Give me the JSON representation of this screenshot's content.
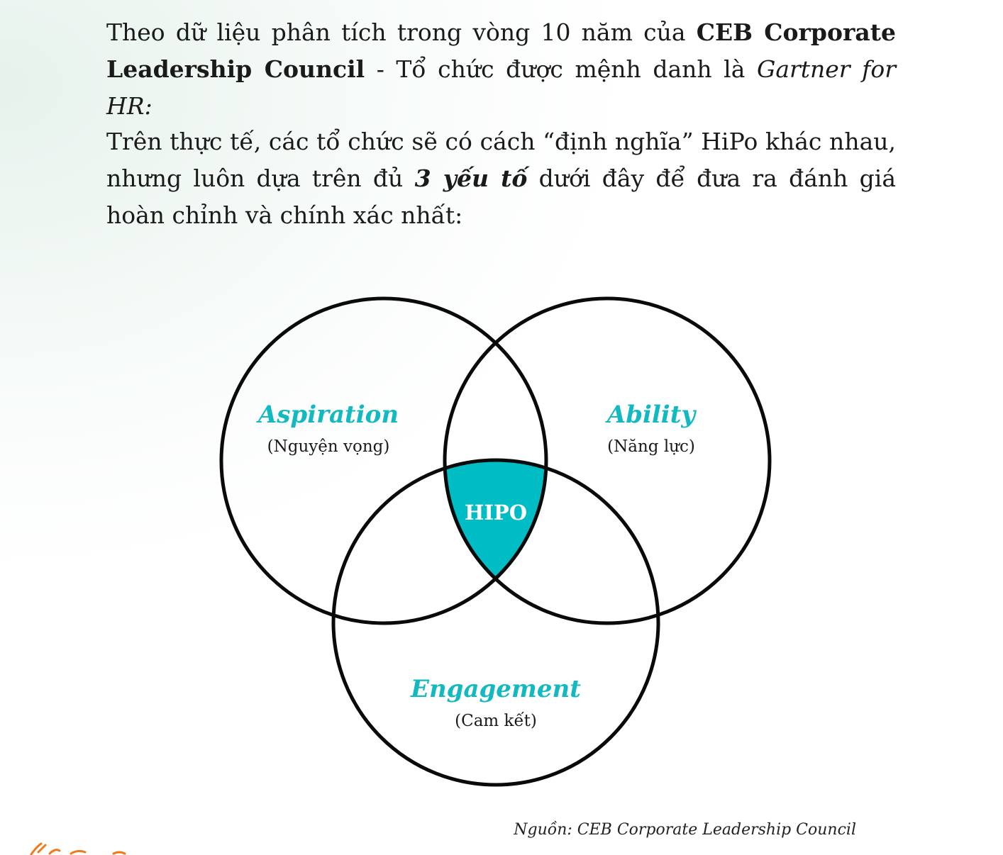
{
  "intro": {
    "p1_text": "Theo dữ liệu phân tích trong vòng 10 năm của ",
    "p1_bold": "CEB Corporate Leadership Council",
    "p1_mid": " - Tổ chức được mệnh danh là ",
    "p1_italic": "Gartner for HR:",
    "p2_text": "Trên thực tế, các tổ chức sẽ có cách “định nghĩa” HiPo khác nhau, nhưng luôn dựa trên đủ ",
    "p2_bold_italic": "3 yếu tố",
    "p2_end": " dưới đây để đưa ra đánh giá hoàn chỉnh và chính xác nhất:"
  },
  "diagram": {
    "circles": [
      {
        "title": "Aspiration",
        "subtitle": "(Nguyện vọng)"
      },
      {
        "title": "Ability",
        "subtitle": "(Năng lực)"
      },
      {
        "title": "Engagement",
        "subtitle": "(Cam kết)"
      }
    ],
    "center_label": "HIPO",
    "accent_color": "#12b9c0",
    "center_fill": "#00bcc4",
    "stroke_color": "#0a0a0a"
  },
  "source": "Nguồn: CEB Corporate Leadership Council"
}
